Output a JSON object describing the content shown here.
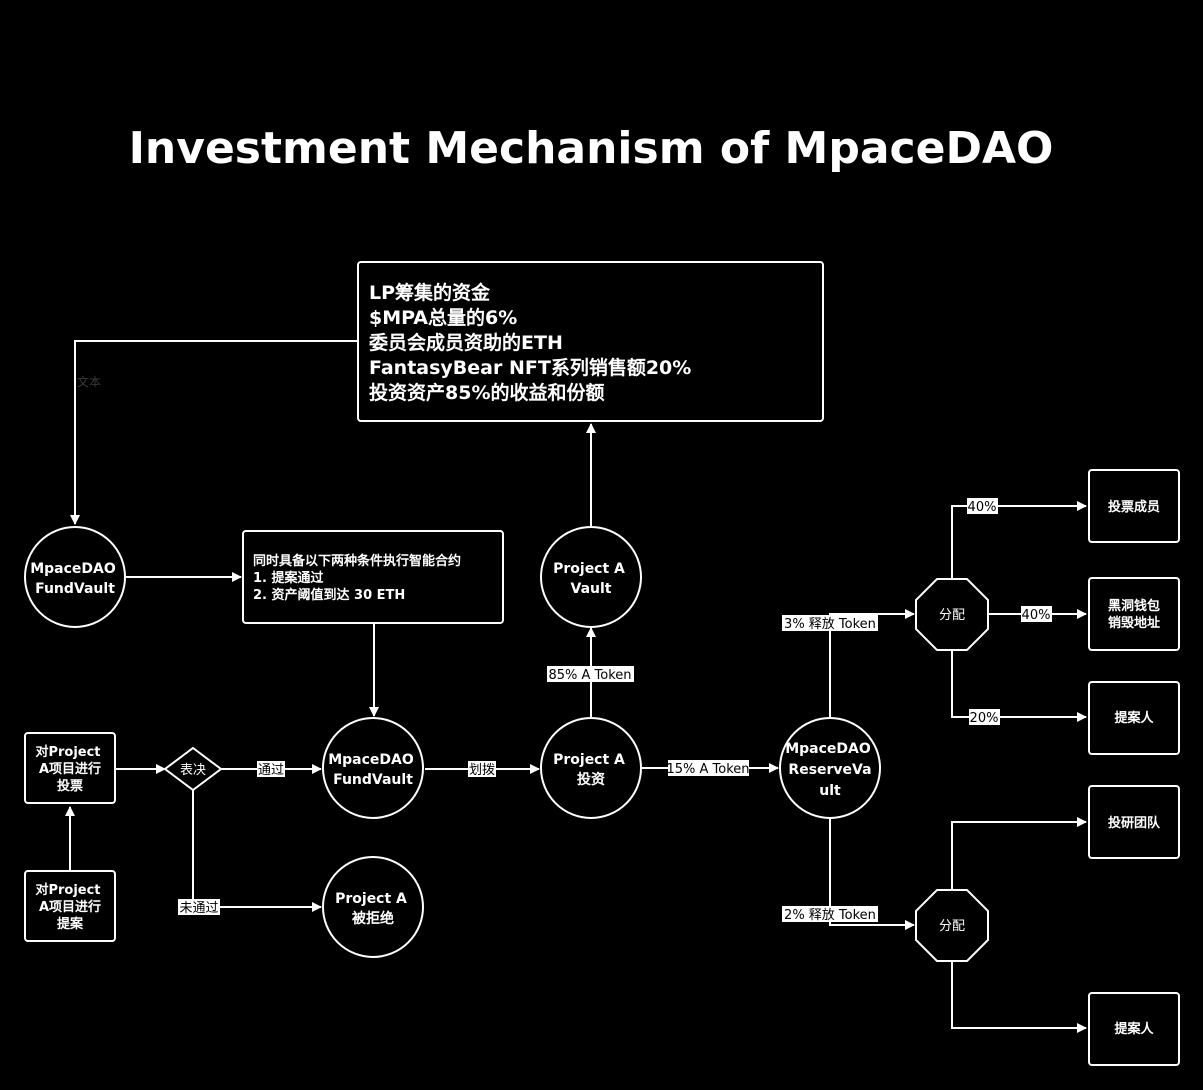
{
  "title": "Investment Mechanism of MpaceDAO",
  "funding_box": {
    "lines": [
      "LP筹集的资金",
      "$MPA总量的6%",
      "委员会成员资助的ETH",
      "FantasyBear NFT系列销售额20%",
      "投资资产85%的收益和份额"
    ]
  },
  "condition_box": {
    "lines": [
      "同时具备以下两种条件执行智能合约",
      "1. 提案通过",
      "2. 资产阈值到达 30 ETH"
    ]
  },
  "nodes": {
    "fundvault_top": [
      "MpaceDAO",
      "FundVault"
    ],
    "fundvault_mid": [
      "MpaceDAO",
      "FundVault"
    ],
    "project_vault": [
      "Project A",
      "Vault"
    ],
    "project_invest": [
      "Project A",
      "投资"
    ],
    "project_rejected": [
      "Project A",
      "被拒绝"
    ],
    "reserve_vault": [
      "MpaceDAO",
      "ReserveVa",
      "ult"
    ],
    "vote": [
      "对Project",
      "A项目进行",
      "投票"
    ],
    "propose": [
      "对Project",
      "A项目进行",
      "提案"
    ],
    "decision": "表决",
    "distribute_top": "分配",
    "distribute_bottom": "分配",
    "voting_members": "投票成员",
    "blackhole": [
      "黑洞钱包",
      "销毁地址"
    ],
    "proposer_top": "提案人",
    "research_team": "投研团队",
    "proposer_bottom": "提案人"
  },
  "edge_labels": {
    "text_faint": "文本",
    "pass": "通过",
    "fail": "未通过",
    "allocate": "划拨",
    "a85": "85% A Token",
    "a15": "15% A Token",
    "release3": "3% 释放 Token",
    "release2": "2% 释放 Token",
    "p40a": "40%",
    "p40b": "40%",
    "p20": "20%"
  }
}
